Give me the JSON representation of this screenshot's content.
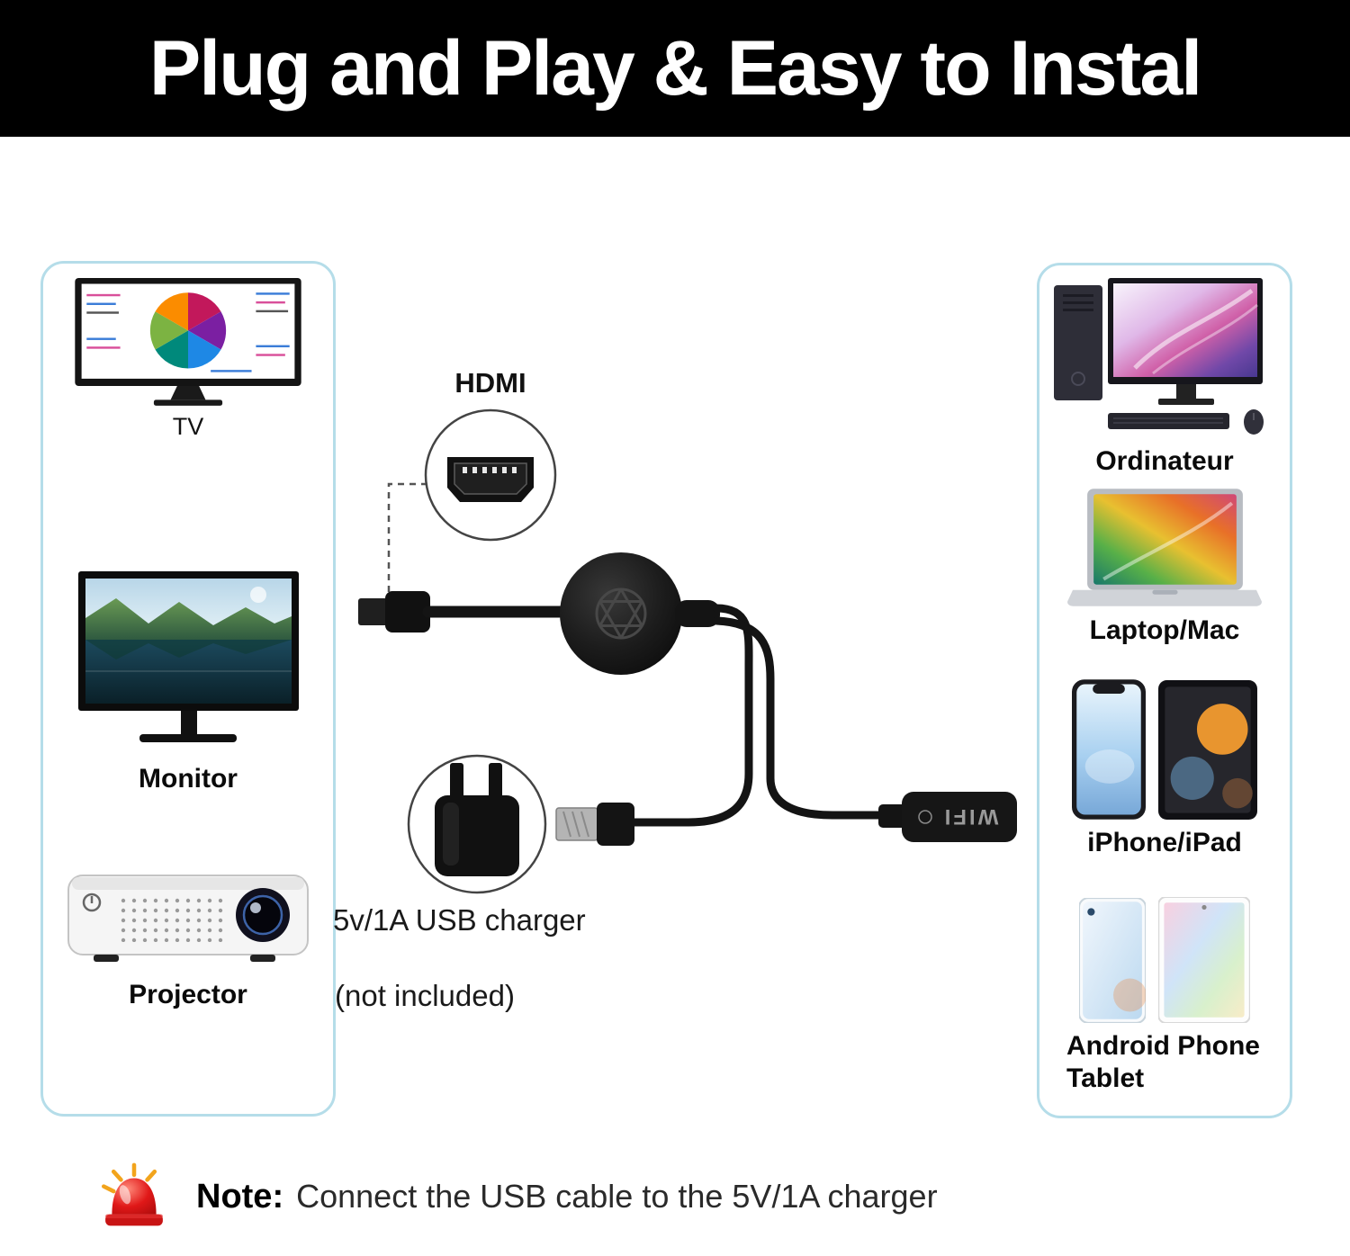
{
  "header": {
    "title": "Plug and Play & Easy to Instal"
  },
  "panels": {
    "left": {
      "items": [
        {
          "label": "TV"
        },
        {
          "label": "Monitor"
        },
        {
          "label": "Projector"
        }
      ]
    },
    "right": {
      "items": [
        {
          "label": "Ordinateur"
        },
        {
          "label": "Laptop/Mac"
        },
        {
          "label": "iPhone/iPad"
        },
        {
          "label": "Android Phone Tablet"
        }
      ]
    }
  },
  "diagram": {
    "hdmi_label": "HDMI",
    "charger_caption": "5v/1A USB charger",
    "charger_note": "(not  included)",
    "wifi_text": "WIFI"
  },
  "note": {
    "label": "Note:",
    "text": "Connect the USB cable to the 5V/1A charger"
  },
  "colors": {
    "header_bg": "#000000",
    "header_text": "#ffffff",
    "panel_border": "#b5dde9",
    "device_black": "#141414",
    "siren_red": "#d01212"
  }
}
